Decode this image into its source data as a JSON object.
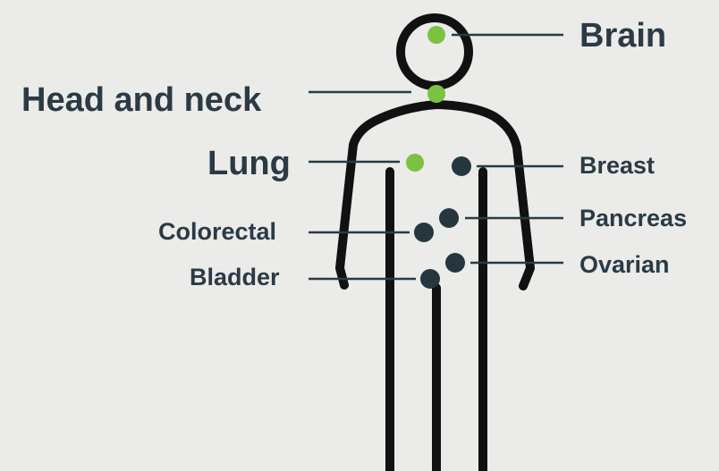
{
  "colors": {
    "background": "#ebebe9",
    "outline": "#111111",
    "text": "#2b3a44",
    "leader_line": "#2b3a44",
    "highlight_dot": "#7cc242",
    "standard_dot": "#26363f"
  },
  "labels": {
    "brain": "Brain",
    "head_and_neck": "Head and neck",
    "lung": "Lung",
    "breast": "Breast",
    "colorectal": "Colorectal",
    "pancreas": "Pancreas",
    "bladder": "Bladder",
    "ovarian": "Ovarian"
  },
  "sites": [
    {
      "key": "brain",
      "highlighted": true
    },
    {
      "key": "head_and_neck",
      "highlighted": true
    },
    {
      "key": "lung",
      "highlighted": true
    },
    {
      "key": "breast",
      "highlighted": false
    },
    {
      "key": "colorectal",
      "highlighted": false
    },
    {
      "key": "pancreas",
      "highlighted": false
    },
    {
      "key": "bladder",
      "highlighted": false
    },
    {
      "key": "ovarian",
      "highlighted": false
    }
  ]
}
